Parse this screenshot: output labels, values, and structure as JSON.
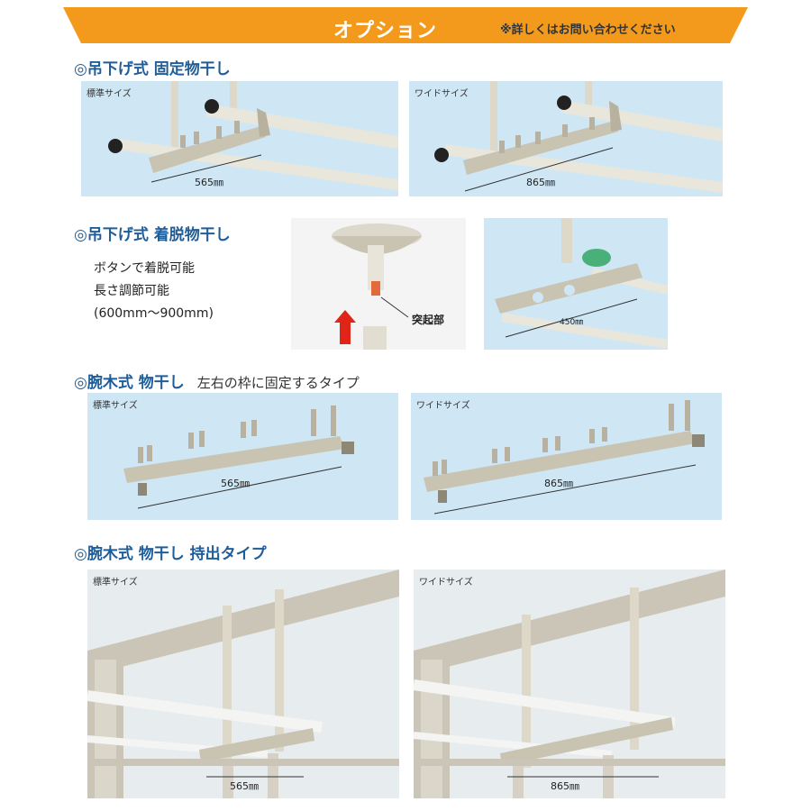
{
  "banner": {
    "title": "オプション",
    "note": "※詳しくはお問い合わせください",
    "color": "#f39a1c"
  },
  "sections": {
    "s1": {
      "heading": "◎吊下げ式 固定物干し"
    },
    "s2": {
      "heading": "◎吊下げ式 着脱物干し"
    },
    "s3": {
      "heading": "◎腕木式 物干し",
      "sub": "左右の枠に固定するタイプ"
    },
    "s4": {
      "heading": "◎腕木式 物干し 持出タイプ"
    }
  },
  "photos": {
    "s1_left": {
      "label": "標準サイズ",
      "dim": "565㎜"
    },
    "s1_right": {
      "label": "ワイドサイズ",
      "dim": "865㎜"
    },
    "s2_right": {
      "dim": "450㎜"
    },
    "s3_left": {
      "label": "標準サイズ",
      "dim": "565㎜"
    },
    "s3_right": {
      "label": "ワイドサイズ",
      "dim": "865㎜"
    },
    "s4_left": {
      "label": "標準サイズ",
      "dim": "565㎜"
    },
    "s4_right": {
      "label": "ワイドサイズ",
      "dim": "865㎜"
    }
  },
  "detachable": {
    "lines": [
      "ボタンで着脱可能",
      "長さ調節可能",
      "(600mm〜900mm)"
    ],
    "callout": "突起部"
  },
  "colors": {
    "heading": "#1f5d99",
    "sky": "#cfe7f5",
    "metal": "#c9c3b2",
    "arrow": "#e02418"
  }
}
